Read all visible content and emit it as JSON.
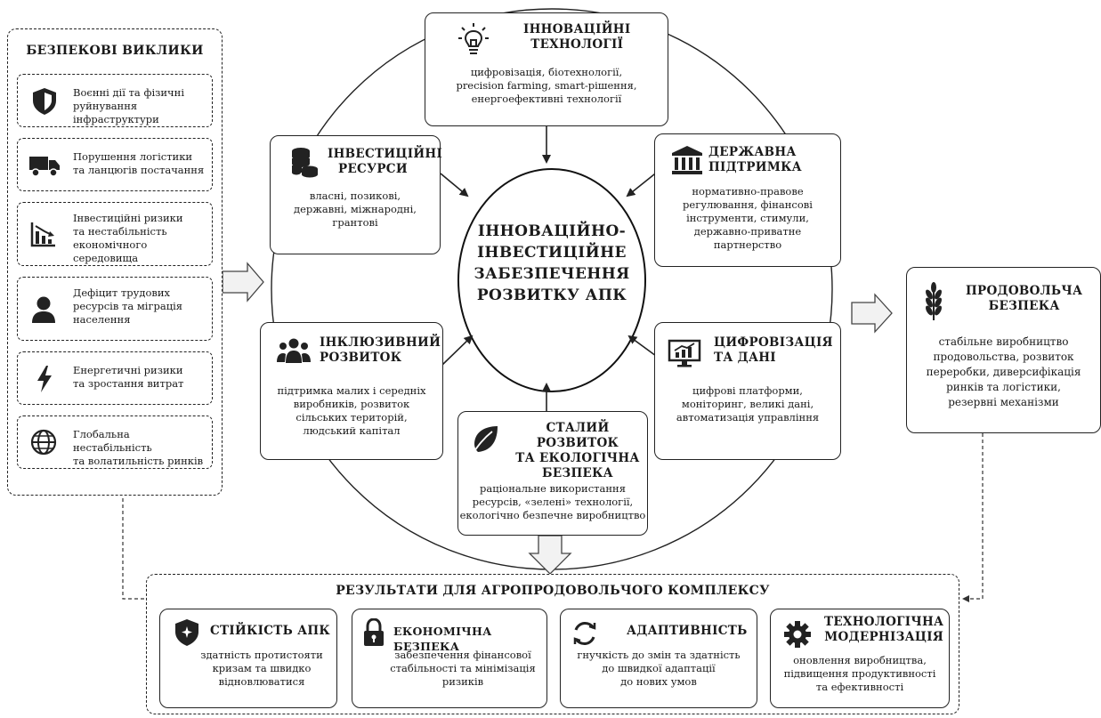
{
  "center": {
    "lines": [
      "ІННОВАЦІЙНО-",
      "ІНВЕСТИЦІЙНЕ",
      "ЗАБЕЗПЕЧЕННЯ",
      "РОЗВИТКУ АПК"
    ]
  },
  "challenges": {
    "title": "БЕЗПЕКОВІ ВИКЛИКИ",
    "items": [
      {
        "icon": "shield-icon",
        "text": [
          "Воєнні дії та фізичні",
          "руйнування інфраструктури"
        ]
      },
      {
        "icon": "truck-icon",
        "text": [
          "Порушення логістики",
          "та ланцюгів постачання"
        ]
      },
      {
        "icon": "declining-chart-icon",
        "text": [
          "Інвестиційні ризики",
          "та нестабільність",
          "економічного середовища"
        ]
      },
      {
        "icon": "person-icon",
        "text": [
          "Дефіцит трудових",
          "ресурсів та міграція",
          "населення"
        ]
      },
      {
        "icon": "lightning-icon",
        "text": [
          "Енергетичні ризики",
          "та зростання витрат"
        ]
      },
      {
        "icon": "globe-icon",
        "text": [
          "Глобальна нестабільність",
          "та волатильність ринків"
        ]
      }
    ]
  },
  "factors": {
    "innovation": {
      "title": [
        "ІННОВАЦІЙНІ",
        "ТЕХНОЛОГІЇ"
      ],
      "text": [
        "цифровізація, біотехнології,",
        "precision farming, smart-рішення,",
        "енергоефективні технології"
      ]
    },
    "investment": {
      "title": [
        "ІНВЕСТИЦІЙНІ",
        "РЕСУРСИ"
      ],
      "text": [
        "власні, позикові,",
        "державні, міжнародні,",
        "грантові"
      ]
    },
    "state": {
      "title": [
        "ДЕРЖАВНА",
        "ПІДТРИМКА"
      ],
      "text": [
        "нормативно-правове",
        "регулювання, фінансові",
        "інструменти, стимули,",
        "державно-приватне",
        "партнерство"
      ]
    },
    "inclusive": {
      "title": [
        "ІНКЛЮЗИВНИЙ",
        "РОЗВИТОК"
      ],
      "text": [
        "підтримка малих і середніх",
        "виробників, розвиток",
        "сільських територій,",
        "людський капітал"
      ]
    },
    "digital": {
      "title": [
        "ЦИФРОВІЗАЦІЯ",
        "ТА ДАНІ"
      ],
      "text": [
        "цифрові платформи,",
        "моніторинг, великі дані,",
        "автоматизація управління"
      ]
    },
    "sustainable": {
      "title": [
        "СТАЛИЙ РОЗВИТОК",
        "ТА ЕКОЛОГІЧНА",
        "БЕЗПЕКА"
      ],
      "text": [
        "раціональне використання",
        "ресурсів,  «зелені» технології,",
        "екологічно безпечне виробництво"
      ]
    }
  },
  "food_security": {
    "title": [
      "ПРОДОВОЛЬЧА",
      "БЕЗПЕКА"
    ],
    "text": [
      "стабільне виробництво",
      "продовольства, розвиток",
      "переробки, диверсифікація",
      "ринків та логістики,",
      "резервні механізми"
    ]
  },
  "results": {
    "title": "РЕЗУЛЬТАТИ ДЛЯ АГРОПРОДОВОЛЬЧОГО КОМПЛЕКСУ",
    "items": [
      {
        "icon": "shield-sparkle-icon",
        "title": [
          "СТІЙКІСТЬ АПК"
        ],
        "text": [
          "здатність протистояти",
          "кризам та швидко",
          "відновлюватися"
        ]
      },
      {
        "icon": "lock-icon",
        "title": [
          "ЕКОНОМІЧНА БЕЗПЕКА"
        ],
        "text": [
          "забезпечення фінансової",
          "стабільності та мінімізація",
          "ризиків"
        ]
      },
      {
        "icon": "cycle-arrows-icon",
        "title": [
          "АДАПТИВНІСТЬ"
        ],
        "text": [
          "гнучкість до змін та здатність",
          "до швидкої адаптації",
          "до нових умов"
        ]
      },
      {
        "icon": "gear-icon",
        "title": [
          "ТЕХНОЛОГІЧНА",
          "МОДЕРНІЗАЦІЯ"
        ],
        "text": [
          "оновлення виробництва,",
          "підвищення продуктивності",
          "та ефективності"
        ]
      }
    ]
  }
}
